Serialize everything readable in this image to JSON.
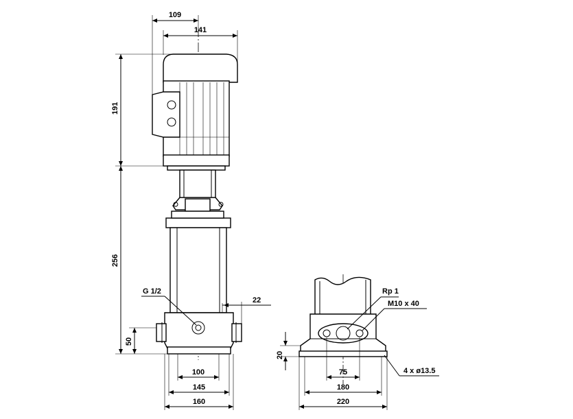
{
  "dimensions": {
    "width_109": "109",
    "width_141": "141",
    "height_191": "191",
    "height_256": "256",
    "height_50": "50",
    "port_offset_22": "22",
    "width_100": "100",
    "width_145": "145",
    "width_160": "160",
    "base_height_20": "20",
    "width_75": "75",
    "width_180": "180",
    "width_220": "220"
  },
  "callouts": {
    "drain_port": "G 1/2",
    "inlet_thread": "Rp 1",
    "flange_bolt": "M10 x 40",
    "mount_holes": "4 x ø13.5"
  }
}
